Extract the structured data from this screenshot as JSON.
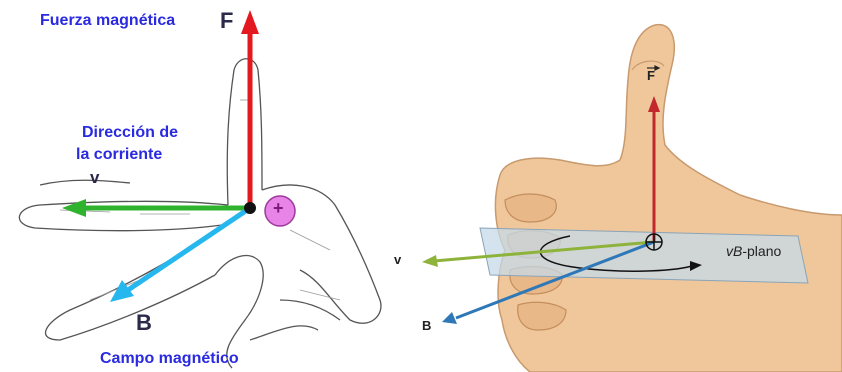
{
  "left_panel": {
    "force_title": "Fuerza magnética",
    "force_symbol": "F",
    "current_label_line1": "Dirección de",
    "current_label_line2": "la corriente",
    "velocity_symbol": "v",
    "field_symbol": "B",
    "field_title": "Campo magnético",
    "charge_symbol": "+"
  },
  "right_panel": {
    "force_symbol": "F",
    "velocity_symbol": "v",
    "field_symbol": "B",
    "plane_italic": "vB",
    "plane_suffix": "-plano"
  },
  "colors": {
    "force_arrow": "#e3191f",
    "velocity_arrow": "#2fb32f",
    "field_arrow": "#26b7ee",
    "charge_fill": "#e884e8",
    "label_blue": "#2a2ae0",
    "skin": "#f0c79b",
    "plane": "#c6d9e8",
    "r_force_arrow": "#c1272d",
    "r_velocity_arrow": "#8db33a",
    "r_field_arrow": "#2f78b8"
  }
}
